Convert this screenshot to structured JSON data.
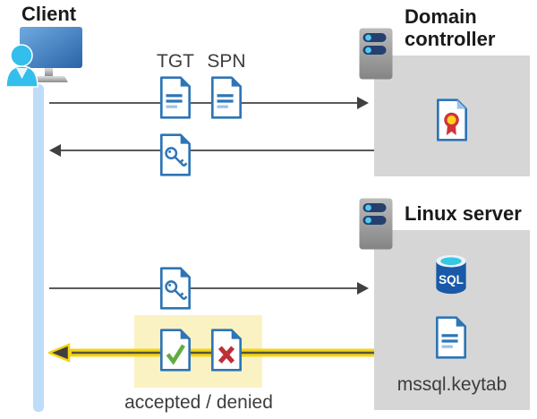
{
  "client": {
    "label": "Client"
  },
  "domain_controller": {
    "label": "Domain controller"
  },
  "linux_server": {
    "label": "Linux server"
  },
  "sql_database": {
    "label": "SQL"
  },
  "keytab": {
    "label": "mssql.keytab"
  },
  "flow": {
    "ticket_labels": {
      "tgt": "TGT",
      "spn": "SPN"
    },
    "result_label": "accepted / denied"
  },
  "icons": {
    "client": "monitor-user-icon",
    "domain_controller": "server-icon",
    "linux_server": "server-icon",
    "certificate": "certificate-file-icon",
    "tgt": "document-icon",
    "spn": "document-icon",
    "key_ticket": "key-file-icon",
    "sql": "sql-database-icon",
    "keytab_file": "document-icon",
    "accepted": "file-check-icon",
    "denied": "file-x-icon"
  },
  "colors": {
    "doc_blue": "#2E75B6",
    "doc_blue_light": "#9DC3E6",
    "accent_cyan": "#34BEEB",
    "panel_gray": "#D6D6D6",
    "highlight_yellow_bg": "#FBF2C4",
    "arrow_yellow": "#F5D414",
    "arrow_dark": "#404040",
    "timeline_blue": "#BFDCF9",
    "check_green": "#5FAD41",
    "cross_red": "#BE2F36",
    "sql_body_blue": "#1959A8",
    "sql_top_cyan": "#38C7E3",
    "cert_red": "#CF3338",
    "cert_yellow": "#FFD21E"
  }
}
